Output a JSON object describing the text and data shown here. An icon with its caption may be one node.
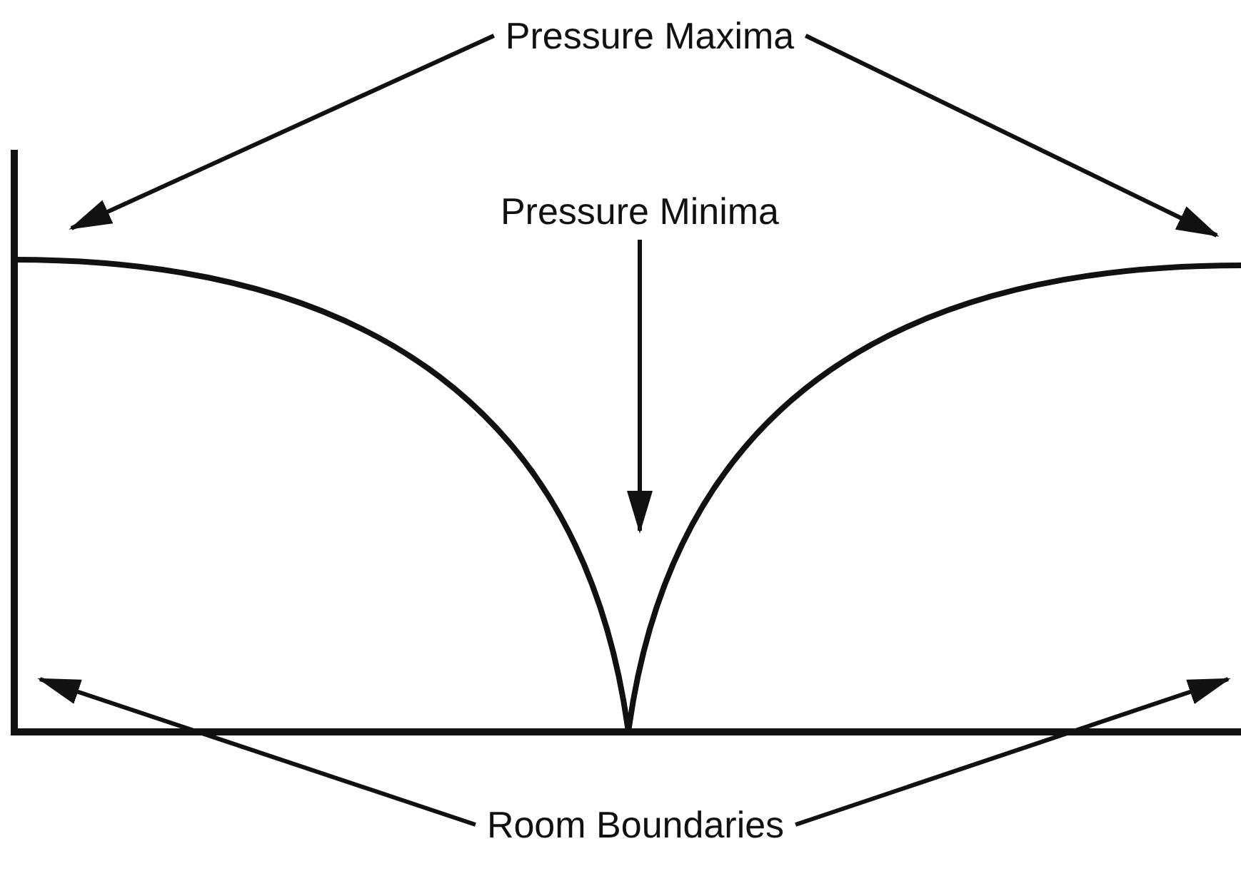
{
  "diagram": {
    "nodes": [
      {
        "text": [
          "Pressure Maxima"
        ]
      },
      {
        "text": [
          "Pressure Minima"
        ]
      },
      {
        "text": [
          "Room Boundaries"
        ]
      }
    ],
    "edges": [
      {
        "from": 0,
        "to": null,
        "arrow": "to"
      },
      {
        "from": 0,
        "to": null,
        "arrow": "to"
      },
      {
        "from": 1,
        "to": null,
        "arrow": "to"
      },
      {
        "from": 2,
        "to": null,
        "arrow": "to"
      },
      {
        "from": 2,
        "to": null,
        "arrow": "to"
      }
    ]
  }
}
